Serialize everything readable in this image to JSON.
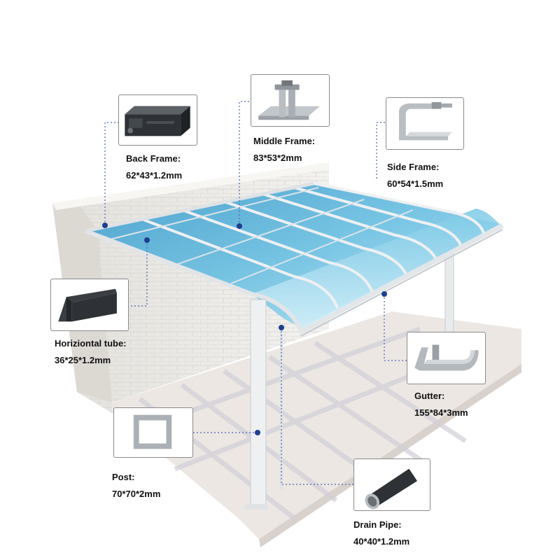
{
  "components": [
    {
      "id": "back-frame",
      "name": "Back Frame:",
      "dims": "62*43*1.2mm"
    },
    {
      "id": "middle-frame",
      "name": "Middle Frame:",
      "dims": "83*53*2mm"
    },
    {
      "id": "side-frame",
      "name": "Side Frame:",
      "dims": "60*54*1.5mm"
    },
    {
      "id": "horizontal-tube",
      "name": "Horiziontal tube:",
      "dims": "36*25*1.2mm"
    },
    {
      "id": "gutter",
      "name": "Gutter:",
      "dims": "155*84*3mm"
    },
    {
      "id": "post",
      "name": "Post:",
      "dims": "70*70*2mm"
    },
    {
      "id": "drain-pipe",
      "name": "Drain Pipe:",
      "dims": "40*40*1.2mm"
    }
  ],
  "colors": {
    "glass": "#5fb6da",
    "glass_light": "#a9dcef",
    "frame": "#e6e8ea",
    "wall": "#eceae6",
    "floor": "#ece7e3",
    "callout_dot": "#1d3f8f",
    "callout_line": "#4a63b5",
    "profile_dark": "#2e3236",
    "profile_silver": "#b9bec2"
  }
}
